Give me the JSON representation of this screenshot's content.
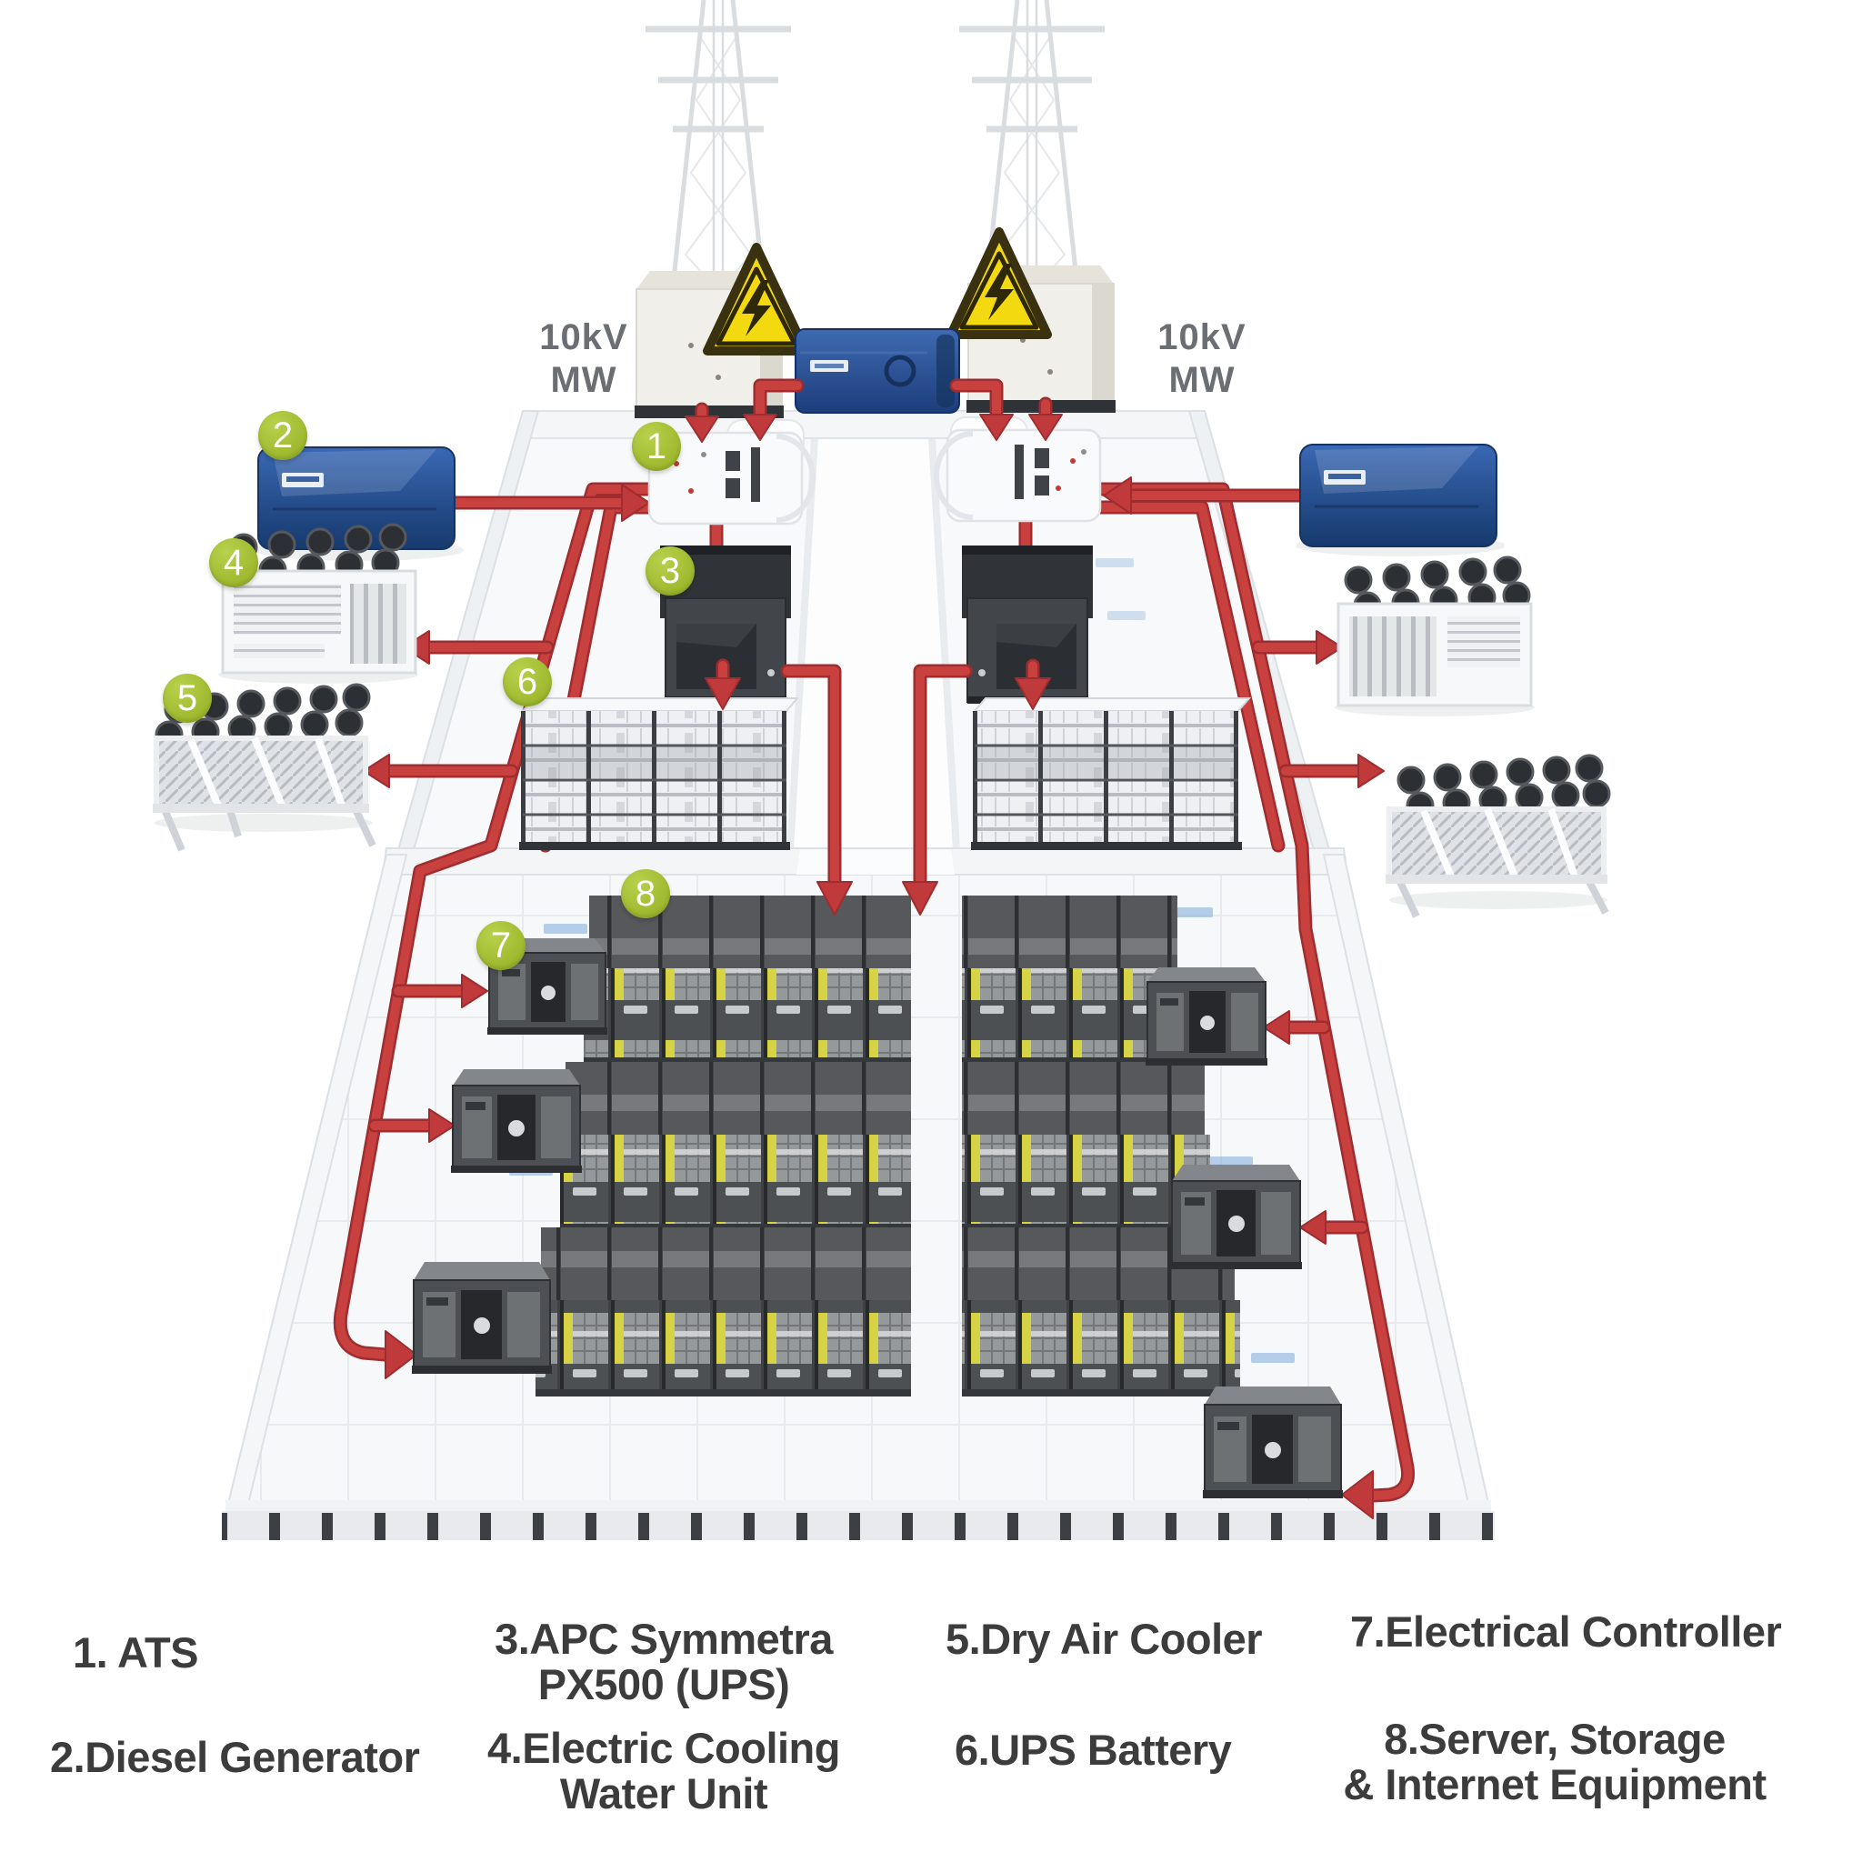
{
  "feeds": {
    "left": {
      "line1": "10kV",
      "line2": "MW"
    },
    "right": {
      "line1": "10kV",
      "line2": "MW"
    }
  },
  "badges": [
    "1",
    "2",
    "3",
    "4",
    "5",
    "6",
    "7",
    "8"
  ],
  "legend": {
    "items": [
      {
        "line1": "1. ATS",
        "line2": ""
      },
      {
        "line1": "2.Diesel Generator",
        "line2": ""
      },
      {
        "line1": "3.APC Symmetra",
        "line2": "PX500 (UPS)"
      },
      {
        "line1": "4.Electric Cooling",
        "line2": "Water Unit"
      },
      {
        "line1": "5.Dry Air Cooler",
        "line2": ""
      },
      {
        "line1": "6.UPS Battery",
        "line2": ""
      },
      {
        "line1": "7.Electrical Controller",
        "line2": ""
      },
      {
        "line1": "8.Server, Storage",
        "line2": "& Internet Equipment"
      }
    ]
  },
  "colors": {
    "badge_green": "#a6c138",
    "pipe_red": "#c43a3d",
    "warning_yellow": "#f2d90e",
    "generator_blue": "#2b59a5",
    "switchgear_blue": "#2a4f92",
    "rack_yellow": "#d6d344",
    "legend_text": "#3c3c3c"
  }
}
